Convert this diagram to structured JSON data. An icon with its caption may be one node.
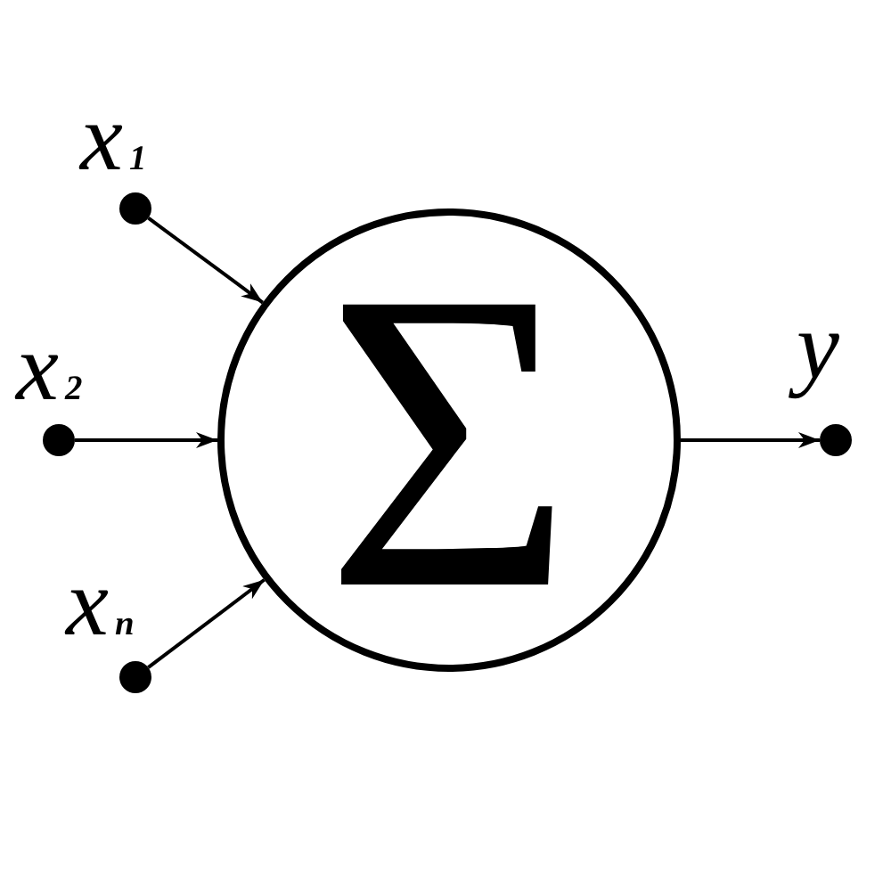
{
  "diagram": {
    "nodes": [
      {
        "text": [],
        "shape": "circle",
        "beside": [
          "x$_{1}$"
        ]
      },
      {
        "text": [],
        "shape": "circle",
        "beside": [
          "x$_{2}$"
        ]
      },
      {
        "text": [],
        "shape": "circle",
        "beside": [
          "x$_{n}$"
        ]
      },
      {
        "text": [
          "Σ"
        ]
      },
      {
        "text": [],
        "shape": "circle",
        "beside": [
          "y"
        ]
      }
    ],
    "edges": [
      {
        "from": 0,
        "to": 3,
        "arrow": "to"
      },
      {
        "from": 1,
        "to": 3,
        "arrow": "to"
      },
      {
        "from": 2,
        "to": 3,
        "arrow": "to"
      },
      {
        "from": 3,
        "to": 4,
        "arrow": "to"
      }
    ]
  }
}
